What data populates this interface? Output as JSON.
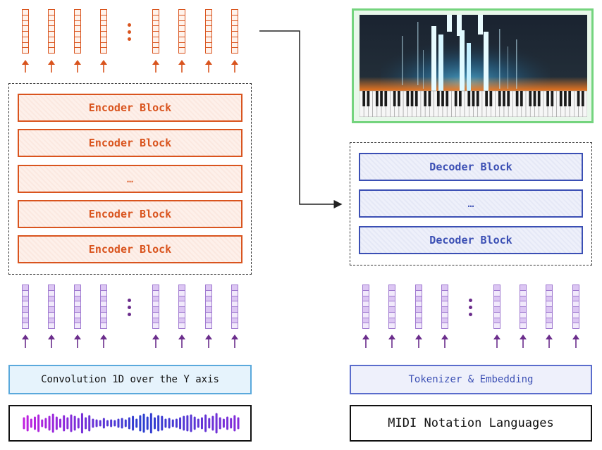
{
  "encoder": {
    "blocks": [
      {
        "label": "Encoder Block"
      },
      {
        "label": "Encoder Block"
      },
      {
        "label": "…"
      },
      {
        "label": "Encoder Block"
      },
      {
        "label": "Encoder Block"
      }
    ]
  },
  "decoder": {
    "blocks": [
      {
        "label": "Decoder Block"
      },
      {
        "label": "…"
      },
      {
        "label": "Decoder Block"
      }
    ]
  },
  "input": {
    "conv_label": "Convolution 1D over the Y axis",
    "tokenizer_label": "Tokenizer & Embedding",
    "midi_label": "MIDI Notation Languages"
  },
  "colors": {
    "encoder": "#d9541e",
    "decoder": "#3b4fb4",
    "embedding": "#6b2d8c",
    "piano_frame": "#74d47e",
    "waveform_start": "#c020e0",
    "waveform_end": "#2a3fd0"
  },
  "icons": {
    "piano_roll": "piano-roll-visualization",
    "waveform": "audio-waveform"
  }
}
